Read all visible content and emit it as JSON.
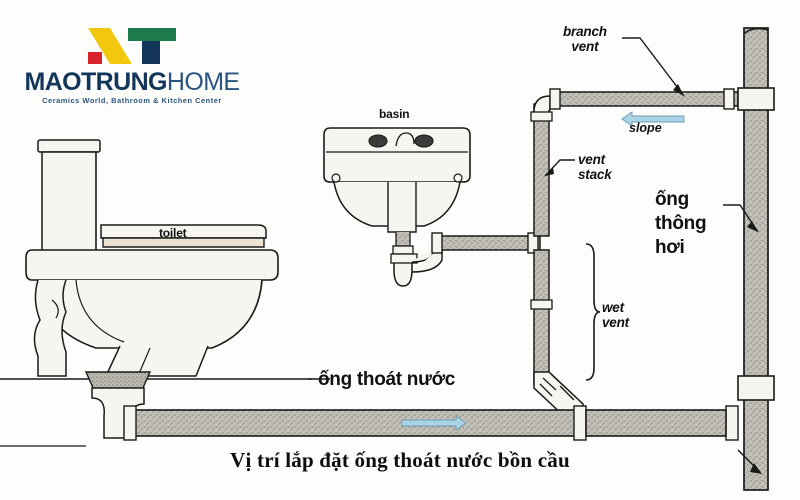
{
  "brand": {
    "name_bold": "MAOTRUNG",
    "name_light": "HOME",
    "tagline": "Ceramics World, Bathroom & Kitchen Center",
    "colors": {
      "yellow": "#f2c80f",
      "red": "#d8232a",
      "green": "#1d7a4c",
      "navy": "#14365b",
      "text": "#14365b"
    }
  },
  "diagram": {
    "title": "Vị trí lắp đặt ống thoát nước bồn cầu",
    "fixtures": {
      "toilet_label": "toilet",
      "basin_label": "basin"
    },
    "annotations": {
      "branch_vent_line1": "branch",
      "branch_vent_line2": "vent",
      "slope": "slope",
      "vent_stack_line1": "vent",
      "vent_stack_line2": "stack",
      "wet_vent_line1": "wet",
      "wet_vent_line2": "vent"
    },
    "vietnamese": {
      "drain_pipe": "ống thoát nước",
      "vent_pipe_line1": "ống",
      "vent_pipe_line2": "thông",
      "vent_pipe_line3": "hơi"
    },
    "flow_arrows": {
      "slope_arrow_direction": "left",
      "drain_arrow_direction": "right",
      "stack_arrow_direction": "down",
      "arrow_color": "#a9d4e8"
    },
    "style": {
      "line_color": "#1a1a1a",
      "pipe_fill": "#b9b6ae",
      "fixture_fill": "#f7f5ef",
      "background": "#fdfdfb"
    }
  }
}
